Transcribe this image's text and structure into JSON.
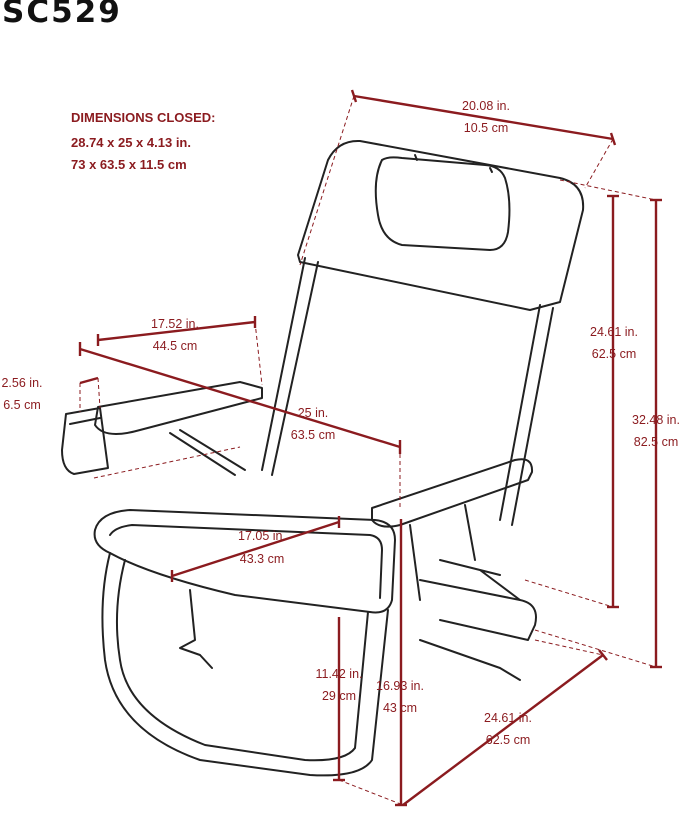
{
  "header": {
    "sku": "SC529"
  },
  "dimensions_closed": {
    "title": "DIMENSIONS CLOSED:",
    "imperial": "28.74  x  25  x  4.13 in.",
    "metric": "73  x  63.5  x  11.5 cm"
  },
  "measurements": {
    "backrest_width": {
      "in": "20.08 in.",
      "cm": "10.5 cm"
    },
    "backrest_height": {
      "in": "24.61 in.",
      "cm": "62.5 cm"
    },
    "total_height": {
      "in": "32.48 in.",
      "cm": "82.5 cm"
    },
    "armrest_length": {
      "in": "17.52 in.",
      "cm": "44.5 cm"
    },
    "cupholder_width": {
      "in": "2.56 in.",
      "cm": "6.5 cm"
    },
    "overall_width": {
      "in": "25 in.",
      "cm": "63.5 cm"
    },
    "seat_width": {
      "in": "17.05 in.",
      "cm": "43.3 cm"
    },
    "seat_height": {
      "in": "11.42 in.",
      "cm": "29 cm"
    },
    "armrest_height": {
      "in": "16.93 in.",
      "cm": "43 cm"
    },
    "depth": {
      "in": "24.61 in.",
      "cm": "62.5 cm"
    }
  },
  "colors": {
    "dimension": "#8b1b1f",
    "outline": "#222222"
  }
}
